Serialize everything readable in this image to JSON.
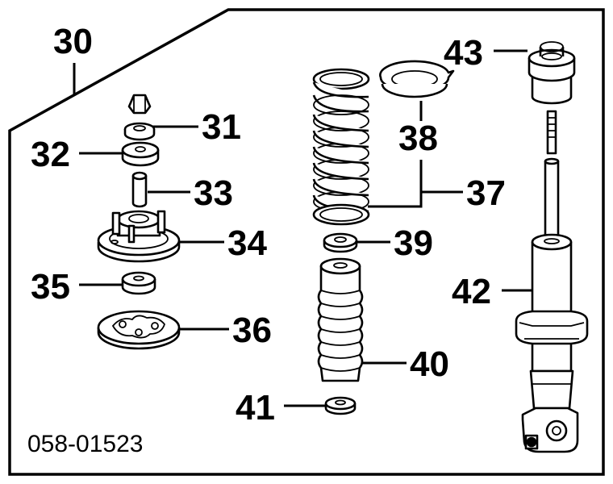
{
  "diagram": {
    "code": "058-01523",
    "callouts": [
      {
        "id": "30",
        "label": "30"
      },
      {
        "id": "31",
        "label": "31"
      },
      {
        "id": "32",
        "label": "32"
      },
      {
        "id": "33",
        "label": "33"
      },
      {
        "id": "34",
        "label": "34"
      },
      {
        "id": "35",
        "label": "35"
      },
      {
        "id": "36",
        "label": "36"
      },
      {
        "id": "37",
        "label": "37"
      },
      {
        "id": "38",
        "label": "38"
      },
      {
        "id": "39",
        "label": "39"
      },
      {
        "id": "40",
        "label": "40"
      },
      {
        "id": "41",
        "label": "41"
      },
      {
        "id": "42",
        "label": "42"
      },
      {
        "id": "43",
        "label": "43"
      }
    ]
  }
}
